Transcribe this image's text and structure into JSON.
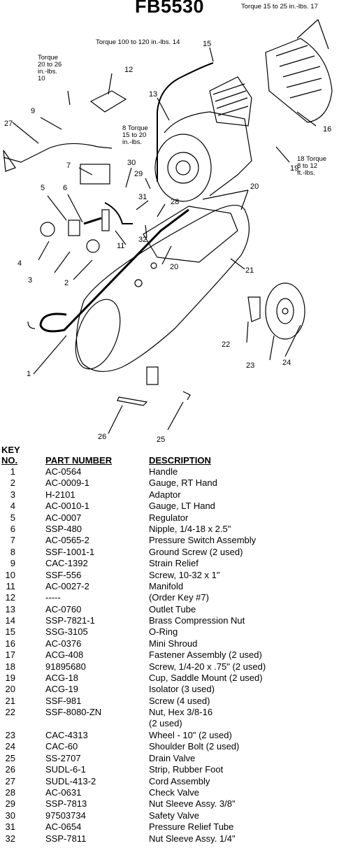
{
  "title": "FB5530",
  "diagram": {
    "torque_labels": {
      "t17": "Torque 15 to 25 in.-lbs. 17",
      "t14": "Torque 100 to 120 in.-lbs. 14",
      "t10": "Torque\n20 to 26\nin.-lbs.\n10",
      "t8": "8 Torque\n15 to 20\nin.-lbs.",
      "t18": "18 Torque\n8 to 12\nft.-lbs."
    },
    "callouts": [
      "1",
      "2",
      "3",
      "4",
      "5",
      "6",
      "7",
      "9",
      "11",
      "12",
      "13",
      "15",
      "16",
      "19",
      "20",
      "20",
      "21",
      "22",
      "23",
      "24",
      "25",
      "26",
      "27",
      "28",
      "29",
      "30",
      "31",
      "32"
    ]
  },
  "key": {
    "heading": "KEY",
    "col_no": "NO.",
    "col_part": "PART NUMBER",
    "col_desc": "DESCRIPTION"
  },
  "parts": [
    {
      "no": "1",
      "part": "AC-0564",
      "desc": "Handle"
    },
    {
      "no": "2",
      "part": "AC-0009-1",
      "desc": "Gauge, RT Hand"
    },
    {
      "no": "3",
      "part": "H-2101",
      "desc": "Adaptor"
    },
    {
      "no": "4",
      "part": "AC-0010-1",
      "desc": "Gauge, LT Hand"
    },
    {
      "no": "5",
      "part": "AC-0007",
      "desc": "Regulator"
    },
    {
      "no": "6",
      "part": "SSP-480",
      "desc": "Nipple, 1/4-18 x 2.5\""
    },
    {
      "no": "7",
      "part": "AC-0565-2",
      "desc": "Pressure Switch Assembly"
    },
    {
      "no": "8",
      "part": "SSF-1001-1",
      "desc": "Ground Screw (2 used)"
    },
    {
      "no": "9",
      "part": "CAC-1392",
      "desc": "Strain Relief"
    },
    {
      "no": "10",
      "part": "SSF-556",
      "desc": "Screw, 10-32 x 1\""
    },
    {
      "no": "11",
      "part": "AC-0027-2",
      "desc": "Manifold"
    },
    {
      "no": "12",
      "part": "-----",
      "desc": "(Order Key #7)"
    },
    {
      "no": "13",
      "part": "AC-0760",
      "desc": "Outlet Tube"
    },
    {
      "no": "14",
      "part": "SSP-7821-1",
      "desc": "Brass Compression Nut"
    },
    {
      "no": "15",
      "part": "SSG-3105",
      "desc": "O-Ring"
    },
    {
      "no": "16",
      "part": "AC-0376",
      "desc": "Mini Shroud"
    },
    {
      "no": "17",
      "part": "ACG-408",
      "desc": "Fastener Assembly (2 used)"
    },
    {
      "no": "18",
      "part": "91895680",
      "desc": "Screw, 1/4-20  x .75\" (2 used)"
    },
    {
      "no": "19",
      "part": "ACG-18",
      "desc": "Cup, Saddle Mount (2 used)"
    },
    {
      "no": "20",
      "part": "ACG-19",
      "desc": "Isolator (3 used)"
    },
    {
      "no": "21",
      "part": "SSF-981",
      "desc": "Screw (4 used)"
    },
    {
      "no": "22",
      "part": "SSF-8080-ZN",
      "desc": "Nut, Hex 3/8-16\n(2 used)"
    },
    {
      "no": "23",
      "part": "CAC-4313",
      "desc": "Wheel - 10\" (2 used)"
    },
    {
      "no": "24",
      "part": "CAC-60",
      "desc": "Shoulder Bolt (2 used)"
    },
    {
      "no": "25",
      "part": "SS-2707",
      "desc": "Drain Valve"
    },
    {
      "no": "26",
      "part": "SUDL-6-1",
      "desc": "Strip, Rubber Foot"
    },
    {
      "no": "27",
      "part": "SUDL-413-2",
      "desc": "Cord Assembly"
    },
    {
      "no": "28",
      "part": "AC-0631",
      "desc": "Check Valve"
    },
    {
      "no": "29",
      "part": "SSP-7813",
      "desc": "Nut Sleeve Assy. 3/8\""
    },
    {
      "no": "30",
      "part": "97503734",
      "desc": "Safety Valve"
    },
    {
      "no": "31",
      "part": "AC-0654",
      "desc": "Pressure Relief Tube"
    },
    {
      "no": "32",
      "part": "SSP-7811",
      "desc": "Nut Sleeve Assy. 1/4\""
    }
  ]
}
